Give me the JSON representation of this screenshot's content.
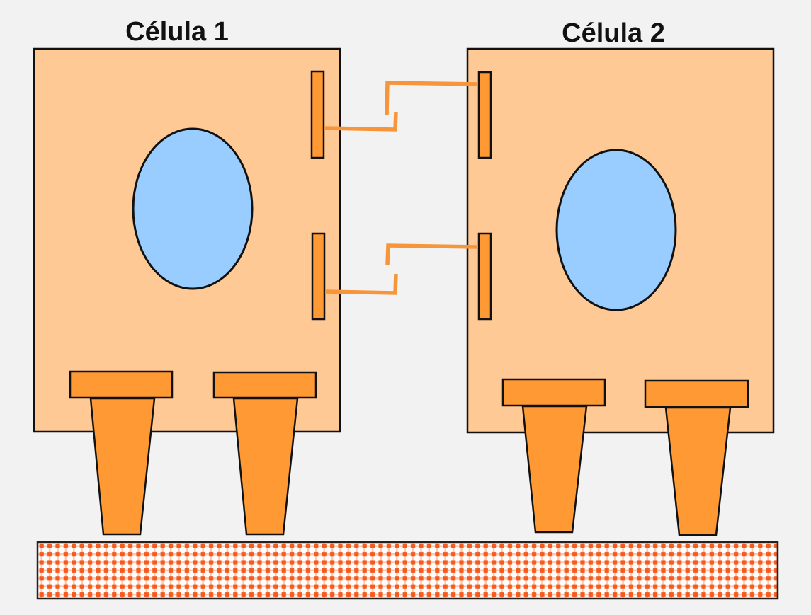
{
  "diagram": {
    "type": "cell-junction-illustration",
    "colors": {
      "background": "#f2f2f2",
      "cell_fill": "#fec995",
      "nucleus_fill": "#99ccff",
      "junction_fill": "#ff9933",
      "connector_stroke": "#f7953a",
      "basal_pattern": "#f55a1e",
      "outline": "#111111"
    },
    "cells": [
      {
        "id": "cell-1",
        "title": "Célula 1",
        "lateral_junctions": 2,
        "basal_anchors": 2
      },
      {
        "id": "cell-2",
        "title": "Célula 2",
        "lateral_junctions": 2,
        "basal_anchors": 2
      }
    ],
    "intercellular_connections": 2,
    "basal_membrane": {
      "pattern": "checkered"
    }
  }
}
